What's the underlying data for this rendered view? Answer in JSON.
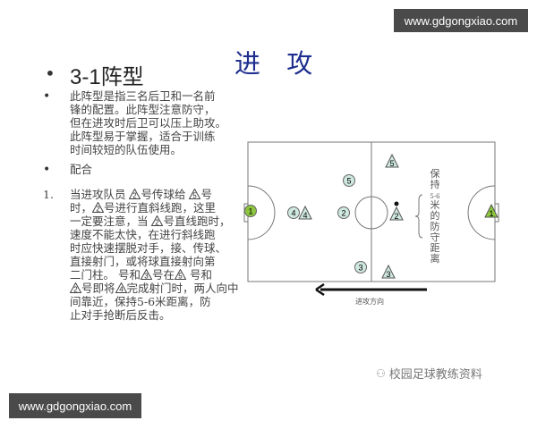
{
  "watermark_top": "www.gdgongxiao.com",
  "watermark_bottom": "www.gdgongxiao.com",
  "slide": {
    "title": "进 攻",
    "heading": "3-1阵型",
    "desc_lines": [
      "此阵型是指三名后卫和一名前",
      "锋的配置。此阵型注意防守，",
      "但在进攻时后卫可以压上助攻。",
      "此阵型易于掌握，适合于训练",
      "时间较短的队伍使用。"
    ],
    "sub_heading": "配合",
    "item_number": "1.",
    "item_text": {
      "l1a": "当进攻队员 ",
      "l1b": "号传球给 ",
      "l1c": "号",
      "l2a": "时，",
      "l2b": "号进行直斜线跑，这里",
      "l3a": "一定要注意，当 ",
      "l3b": "号直线跑时，",
      "l4": "速度不能太快，在进行斜线跑",
      "l5": "时应快速摆脱对手，接、传球、",
      "l6": "直接射门，或将球直接射向第",
      "l7a": "二门柱。  号和",
      "l7b": "号在",
      "l7c": " 号和",
      "l8a": "号即将",
      "l8b": "完成射门时，两人向中",
      "l9": "间靠近，保持5-6米距离，防",
      "l10": "止对手抢断后反击。"
    },
    "inline_markers": [
      "2",
      "5",
      "2",
      "2",
      "3",
      "5",
      "2",
      "4"
    ]
  },
  "diagram": {
    "circles": [
      {
        "n": "1",
        "color": "#8dc63f"
      },
      {
        "n": "4"
      },
      {
        "n": "2"
      },
      {
        "n": "5"
      },
      {
        "n": "3"
      }
    ],
    "triangles": [
      {
        "n": "4"
      },
      {
        "n": "5"
      },
      {
        "n": "2"
      },
      {
        "n": "3"
      },
      {
        "n": "1",
        "color": "#8dc63f"
      }
    ],
    "player_color": "#cfe8e0",
    "distance_label": "保持5-6米的防守距离",
    "direction_label": "进攻方向"
  },
  "footer_source": "校园足球教练资料"
}
